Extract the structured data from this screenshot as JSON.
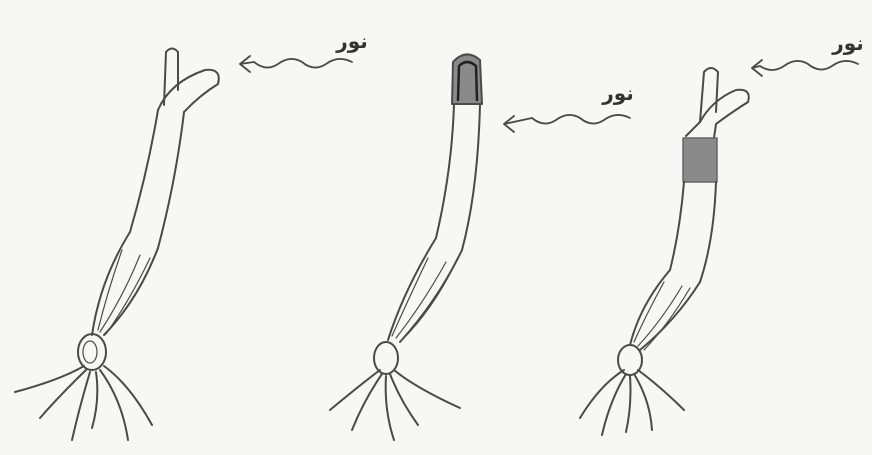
{
  "panels": [
    {
      "label": "نور",
      "variant": "intact"
    },
    {
      "label": "نور",
      "variant": "tip-covered"
    },
    {
      "label": "نور",
      "variant": "band-covered"
    }
  ],
  "colors": {
    "ink": "#4a4a4a",
    "shade": "#8a8a8a",
    "paper": "#f7f7f5"
  }
}
